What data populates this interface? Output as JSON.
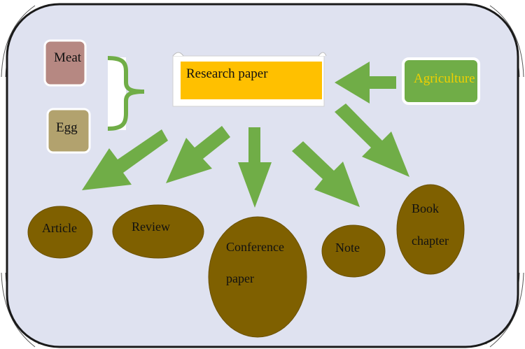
{
  "nodes": {
    "meat": "Meat",
    "egg": "Egg",
    "research_paper": "Research paper",
    "agriculture": "Agriculture",
    "article": "Article",
    "review": "Review",
    "conference_line1": "Conference",
    "conference_line2": "paper",
    "note": "Note",
    "book_line1": "Book",
    "book_line2": "chapter"
  },
  "colors": {
    "panel": "#dfe2f0",
    "research_fill": "#ffc000",
    "arrow": "#70ad47",
    "ellipse": "#7f6000",
    "meat_fill": "#b68882",
    "egg_fill": "#b2a26e",
    "agri_fill": "#70ad47",
    "agri_text": "#f0d000"
  }
}
